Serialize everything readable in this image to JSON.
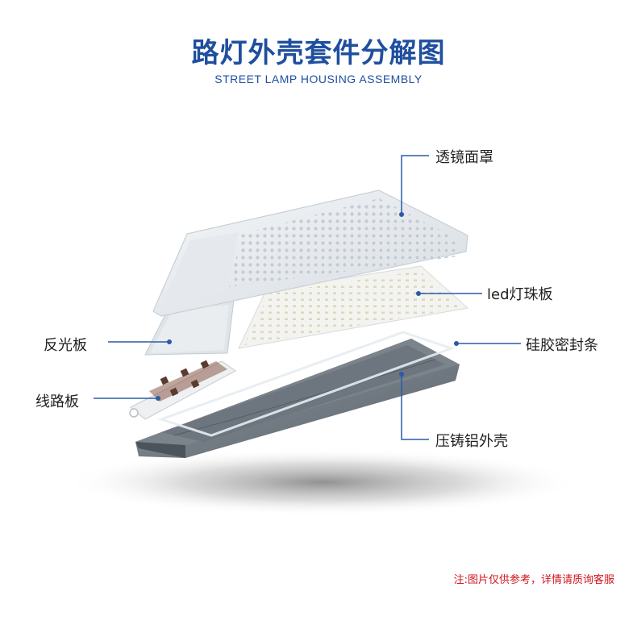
{
  "header": {
    "title": "路灯外壳套件分解图",
    "subtitle": "STREET LAMP HOUSING ASSEMBLY"
  },
  "parts": {
    "lens_cover": "透镜面罩",
    "led_board": "led灯珠板",
    "silicone_seal": "硅胶密封条",
    "reflector": "反光板",
    "circuit_board": "线路板",
    "die_cast_housing": "压铸铝外壳"
  },
  "footer": {
    "note": "注:图片仅供参考，详情请质询客服"
  },
  "colors": {
    "accent": "#1f4f9e",
    "leader": "#2b5aa6",
    "note": "#d0161c"
  }
}
